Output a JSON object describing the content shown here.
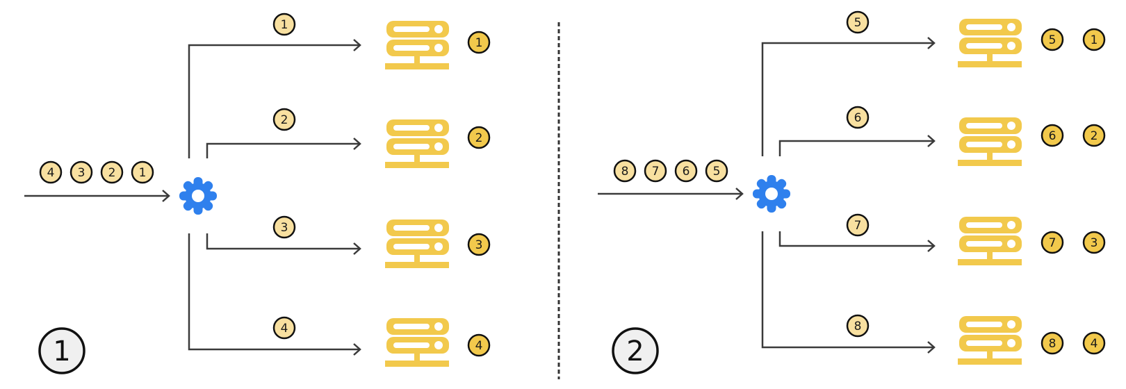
{
  "colors": {
    "line": "#3a3a3a",
    "gear": "#2f80ed",
    "server": "#f2c94c",
    "token_pale": "#f8e0a0",
    "token_solid": "#f2c94c",
    "token_stroke": "#111111",
    "step_circle_fill": "#f0f0f0",
    "divider": "#333333"
  },
  "panels": [
    {
      "step_label": "1",
      "incoming_queue": [
        "4",
        "3",
        "2",
        "1"
      ],
      "routes": [
        {
          "in_transit": "1",
          "server_holds": [
            "1"
          ]
        },
        {
          "in_transit": "2",
          "server_holds": [
            "2"
          ]
        },
        {
          "in_transit": "3",
          "server_holds": [
            "3"
          ]
        },
        {
          "in_transit": "4",
          "server_holds": [
            "4"
          ]
        }
      ]
    },
    {
      "step_label": "2",
      "incoming_queue": [
        "8",
        "7",
        "6",
        "5"
      ],
      "routes": [
        {
          "in_transit": "5",
          "server_holds": [
            "5",
            "1"
          ]
        },
        {
          "in_transit": "6",
          "server_holds": [
            "6",
            "2"
          ]
        },
        {
          "in_transit": "7",
          "server_holds": [
            "7",
            "3"
          ]
        },
        {
          "in_transit": "8",
          "server_holds": [
            "8",
            "4"
          ]
        }
      ]
    }
  ],
  "icons": {
    "dispatcher": "gear-icon",
    "server": "server-icon",
    "arrow": "arrow-right-icon"
  }
}
